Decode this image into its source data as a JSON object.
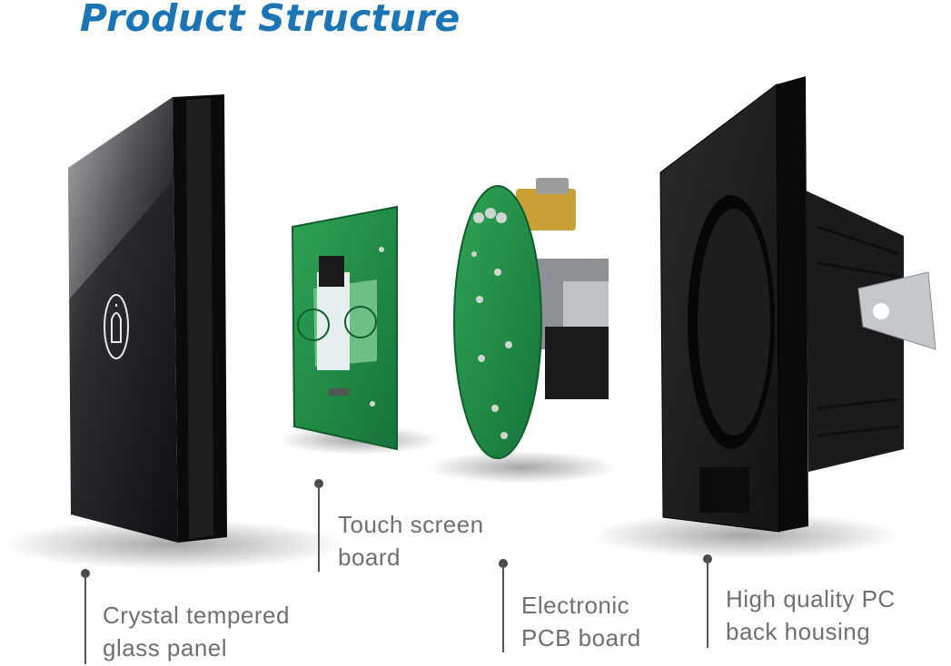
{
  "title": "Product Structure",
  "colors": {
    "title": "#1b75b5",
    "label": "#6f6f6f",
    "pointer": "#4a4a4a"
  },
  "components": [
    {
      "id": "glass-panel",
      "icon": "bell-icon",
      "label_lines": [
        "Crystal tempered",
        "glass panel"
      ]
    },
    {
      "id": "touch-board",
      "label_lines": [
        "Touch screen",
        "board"
      ]
    },
    {
      "id": "pcb-board",
      "label_lines": [
        "Electronic",
        "PCB board"
      ]
    },
    {
      "id": "back-housing",
      "label_lines": [
        "High quality PC",
        "back housing"
      ]
    }
  ]
}
